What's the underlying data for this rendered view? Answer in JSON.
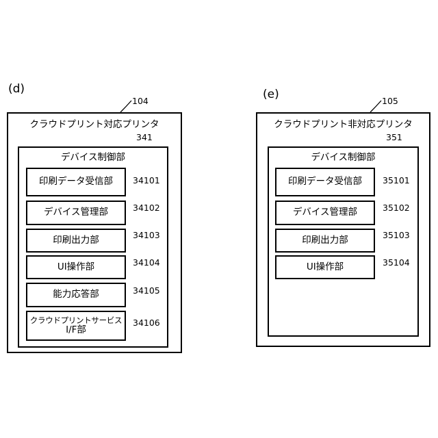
{
  "panels": [
    {
      "label": "(d)",
      "printer": {
        "title": "クラウドプリント対応プリンタ",
        "ref": "104"
      },
      "controller": {
        "title": "デバイス制御部",
        "ref": "341"
      },
      "modules": [
        {
          "lines": [
            "印刷データ受信部"
          ],
          "ref": "34101"
        },
        {
          "lines": [
            "デバイス管理部"
          ],
          "ref": "34102"
        },
        {
          "lines": [
            "印刷出力部"
          ],
          "ref": "34103"
        },
        {
          "lines": [
            "UI操作部"
          ],
          "ref": "34104"
        },
        {
          "lines": [
            "能力応答部"
          ],
          "ref": "34105"
        },
        {
          "lines": [
            "クラウドプリントサービス",
            "I/F部"
          ],
          "ref": "34106"
        }
      ]
    },
    {
      "label": "(e)",
      "printer": {
        "title": "クラウドプリント非対応プリンタ",
        "ref": "105"
      },
      "controller": {
        "title": "デバイス制御部",
        "ref": "351"
      },
      "modules": [
        {
          "lines": [
            "印刷データ受信部"
          ],
          "ref": "35101"
        },
        {
          "lines": [
            "デバイス管理部"
          ],
          "ref": "35102"
        },
        {
          "lines": [
            "印刷出力部"
          ],
          "ref": "35103"
        },
        {
          "lines": [
            "UI操作部"
          ],
          "ref": "35104"
        }
      ]
    }
  ]
}
